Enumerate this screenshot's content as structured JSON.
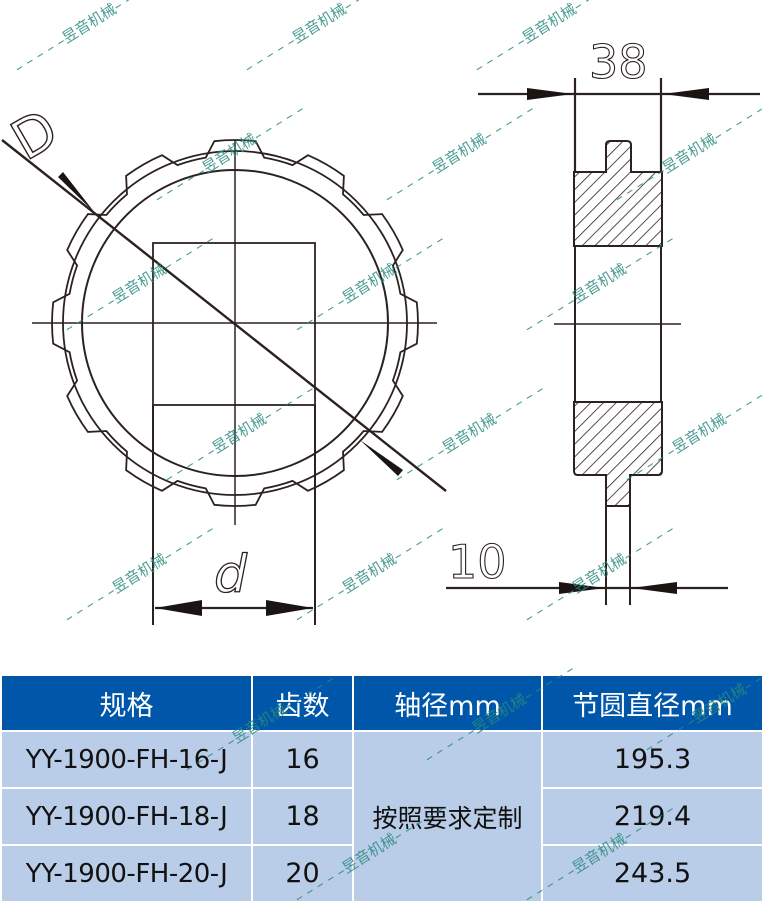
{
  "drawing": {
    "front_view": {
      "diameter_label": "D",
      "bore_label": "d",
      "teeth_drawn": 12
    },
    "side_view": {
      "width_dim": "38",
      "hub_dim": "10"
    },
    "colors": {
      "line": "#2b2220",
      "hatch": "#2b2220"
    }
  },
  "watermark": {
    "text": "昱音机械",
    "color": "#2a8a80"
  },
  "table": {
    "header_bg": "#0056a8",
    "row_bg": "#b9cde8",
    "columns": [
      "规格",
      "齿数",
      "轴径mm",
      "节圆直径mm"
    ],
    "shaft_note": "按照要求定制",
    "rows": [
      {
        "model": "YY-1900-FH-16-J",
        "teeth": "16",
        "pitch_diameter": "195.3"
      },
      {
        "model": "YY-1900-FH-18-J",
        "teeth": "18",
        "pitch_diameter": "219.4"
      },
      {
        "model": "YY-1900-FH-20-J",
        "teeth": "20",
        "pitch_diameter": "243.5"
      }
    ]
  }
}
